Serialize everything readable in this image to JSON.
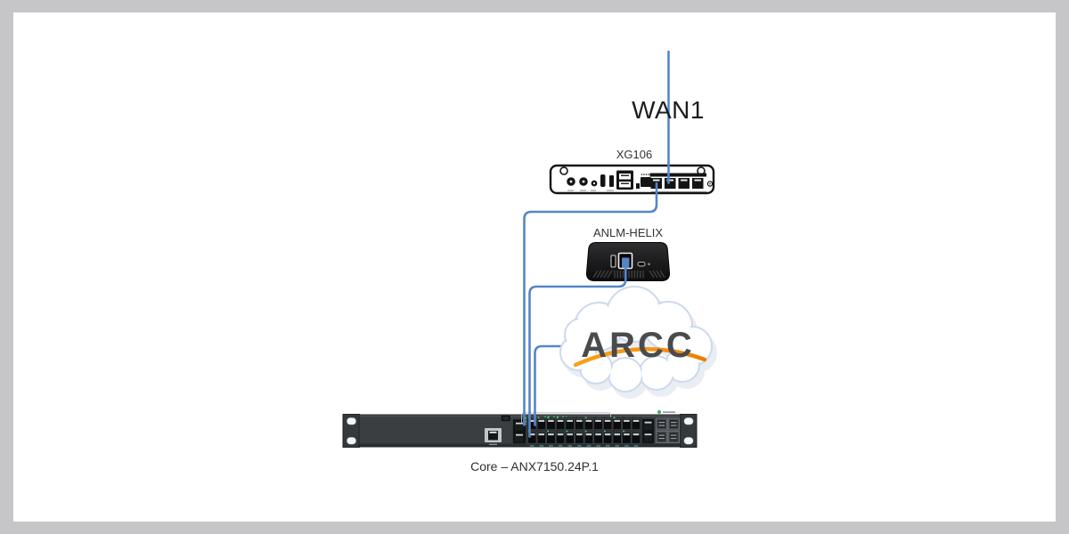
{
  "title": "Network topology diagram",
  "nodes": [
    {
      "id": "wan1",
      "label": "WAN1",
      "type": "wan-uplink"
    },
    {
      "id": "xg106",
      "label": "XG106",
      "type": "firewall-rear-panel",
      "lan_ports": 4
    },
    {
      "id": "anlm-helix",
      "label": "ANLM-HELIX",
      "type": "compact-appliance"
    },
    {
      "id": "arcc",
      "label": "ARCC",
      "type": "cloud-service"
    },
    {
      "id": "core-switch",
      "label": "Core – ANX7150.24P.1",
      "type": "rack-switch",
      "copper_ports": 24,
      "sfp_ports": 4
    }
  ],
  "connections": [
    {
      "from": "wan1",
      "to": "xg106",
      "note": "WAN1 line into XG106 WAN port"
    },
    {
      "from": "xg106",
      "to": "core-switch",
      "note": "firewall LAN port to switch port block"
    },
    {
      "from": "anlm-helix",
      "to": "core-switch",
      "note": "appliance ethernet to switch port block"
    },
    {
      "from": "arcc",
      "to": "core-switch",
      "note": "cloud service link to switch port block"
    }
  ],
  "colors": {
    "frame_border": "#c6c6c9",
    "canvas": "#ffffff",
    "cable_blue": "#5585c8",
    "cloud_outline": "#cdd9ec",
    "cloud_shadow": "#e9edf4",
    "cloud_text": "#4a4b4d",
    "swoosh_orange_light": "#f6a21b",
    "swoosh_orange_dark": "#ed7d00",
    "device_outline": "#141414",
    "switch_body": "#3a3e41",
    "led_green": "#3ecb6c",
    "sfp_teal": "#38b2a5",
    "label_text": "#2b2b2b"
  }
}
